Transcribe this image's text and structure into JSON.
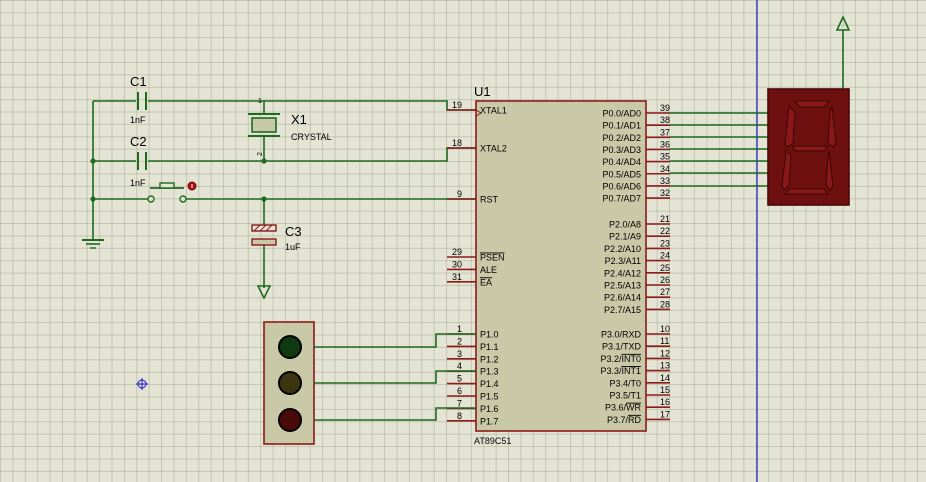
{
  "chip": {
    "ref": "U1",
    "part": "AT89C51",
    "left_pins": [
      {
        "num": "19",
        "name": "XTAL1"
      },
      {
        "num": "18",
        "name": "XTAL2"
      },
      {
        "num": "9",
        "name": "RST"
      },
      {
        "num": "29",
        "name": "PSEN"
      },
      {
        "num": "30",
        "name": "ALE"
      },
      {
        "num": "31",
        "name": "EA"
      },
      {
        "num": "1",
        "name": "P1.0"
      },
      {
        "num": "2",
        "name": "P1.1"
      },
      {
        "num": "3",
        "name": "P1.2"
      },
      {
        "num": "4",
        "name": "P1.3"
      },
      {
        "num": "5",
        "name": "P1.4"
      },
      {
        "num": "6",
        "name": "P1.5"
      },
      {
        "num": "7",
        "name": "P1.6"
      },
      {
        "num": "8",
        "name": "P1.7"
      }
    ],
    "right_pins": [
      {
        "num": "39",
        "name": "P0.0/AD0"
      },
      {
        "num": "38",
        "name": "P0.1/AD1"
      },
      {
        "num": "37",
        "name": "P0.2/AD2"
      },
      {
        "num": "36",
        "name": "P0.3/AD3"
      },
      {
        "num": "35",
        "name": "P0.4/AD4"
      },
      {
        "num": "34",
        "name": "P0.5/AD5"
      },
      {
        "num": "33",
        "name": "P0.6/AD6"
      },
      {
        "num": "32",
        "name": "P0.7/AD7"
      },
      {
        "num": "21",
        "name": "P2.0/A8"
      },
      {
        "num": "22",
        "name": "P2.1/A9"
      },
      {
        "num": "23",
        "name": "P2.2/A10"
      },
      {
        "num": "24",
        "name": "P2.3/A11"
      },
      {
        "num": "25",
        "name": "P2.4/A12"
      },
      {
        "num": "26",
        "name": "P2.5/A13"
      },
      {
        "num": "27",
        "name": "P2.6/A14"
      },
      {
        "num": "28",
        "name": "P2.7/A15"
      },
      {
        "num": "10",
        "name": "P3.0/RXD"
      },
      {
        "num": "11",
        "name": "P3.1/TXD"
      },
      {
        "num": "12",
        "name": "P3.2/INT0"
      },
      {
        "num": "13",
        "name": "P3.3/INT1"
      },
      {
        "num": "14",
        "name": "P3.4/T0"
      },
      {
        "num": "15",
        "name": "P3.5/T1"
      },
      {
        "num": "16",
        "name": "P3.6/WR"
      },
      {
        "num": "17",
        "name": "P3.7/RD"
      }
    ]
  },
  "components": {
    "c1": {
      "ref": "C1",
      "value": "1nF"
    },
    "c2": {
      "ref": "C2",
      "value": "1nF"
    },
    "c3": {
      "ref": "C3",
      "value": "1uF"
    },
    "x1": {
      "ref": "X1",
      "value": "CRYSTAL",
      "pin1": "1",
      "pin2": "2"
    }
  },
  "colors": {
    "wire": "#1f6a1f",
    "pin": "#8b1a1a",
    "chip_body": "#c9c9a8",
    "display_bg": "#6e1010",
    "led_green": "#0f3a0f",
    "led_yellow": "#3d3510",
    "led_red": "#4a0a0a"
  },
  "icons": {
    "ground": "ground-icon",
    "power": "power-arrow-icon",
    "display": "seven-segment-display-icon"
  }
}
